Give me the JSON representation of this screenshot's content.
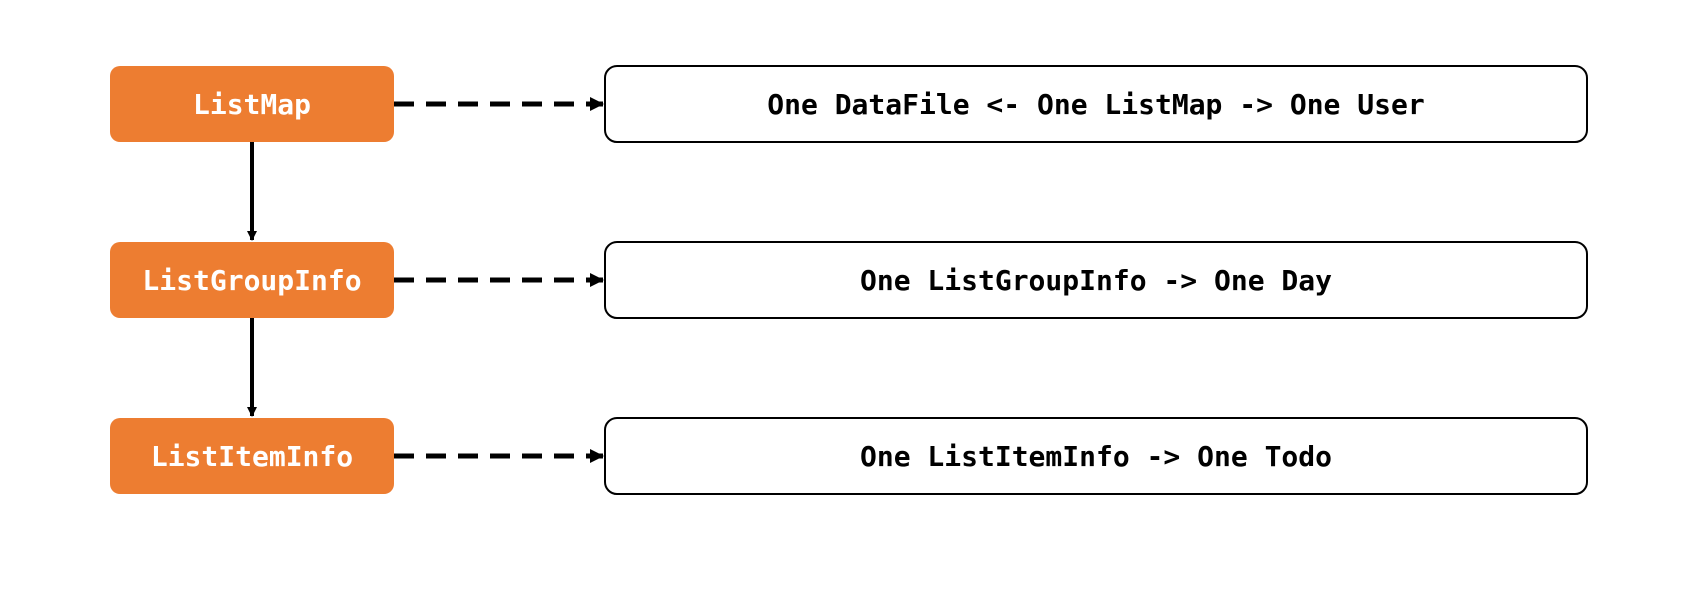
{
  "diagram": {
    "colors": {
      "node_fill": "#ED7D31",
      "node_text": "#FFFFFF",
      "desc_fill": "#FFFFFF",
      "desc_stroke": "#000000",
      "arrow": "#000000"
    },
    "nodes": [
      {
        "label": "ListMap"
      },
      {
        "label": "ListGroupInfo"
      },
      {
        "label": "ListItemInfo"
      }
    ],
    "descriptions": [
      {
        "label": "One DataFile <- One ListMap -> One User"
      },
      {
        "label": "One ListGroupInfo -> One Day"
      },
      {
        "label": "One ListItemInfo -> One Todo"
      }
    ]
  }
}
